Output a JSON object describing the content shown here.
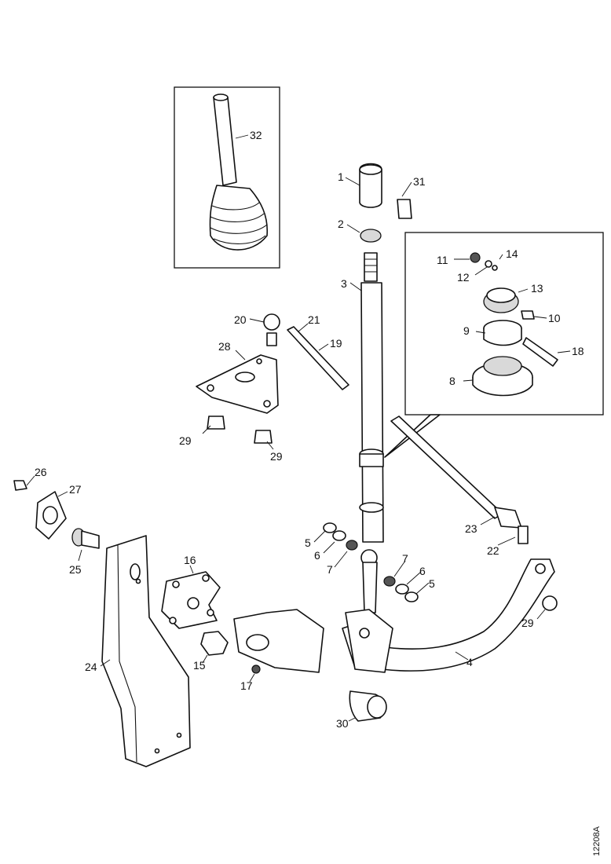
{
  "figure": {
    "reference_code": "12208A",
    "callouts": {
      "c1": "1",
      "c2": "2",
      "c3": "3",
      "c31": "31",
      "c32": "32",
      "c20a": "20",
      "c21": "21",
      "c19": "19",
      "c28": "28",
      "c29a": "29",
      "c29b": "29",
      "c29c": "29",
      "c11": "11",
      "c12": "12",
      "c14": "14",
      "c13": "13",
      "c10": "10",
      "c9": "9",
      "c18": "18",
      "c8": "8",
      "c26": "26",
      "c27": "27",
      "c25": "25",
      "c24": "24",
      "c16": "16",
      "c15": "15",
      "c17": "17",
      "c30": "30",
      "c5a": "5",
      "c6a": "6",
      "c7a": "7",
      "c7b": "7",
      "c6b": "6",
      "c5b": "5",
      "c23": "23",
      "c22": "22",
      "c4": "4"
    }
  }
}
